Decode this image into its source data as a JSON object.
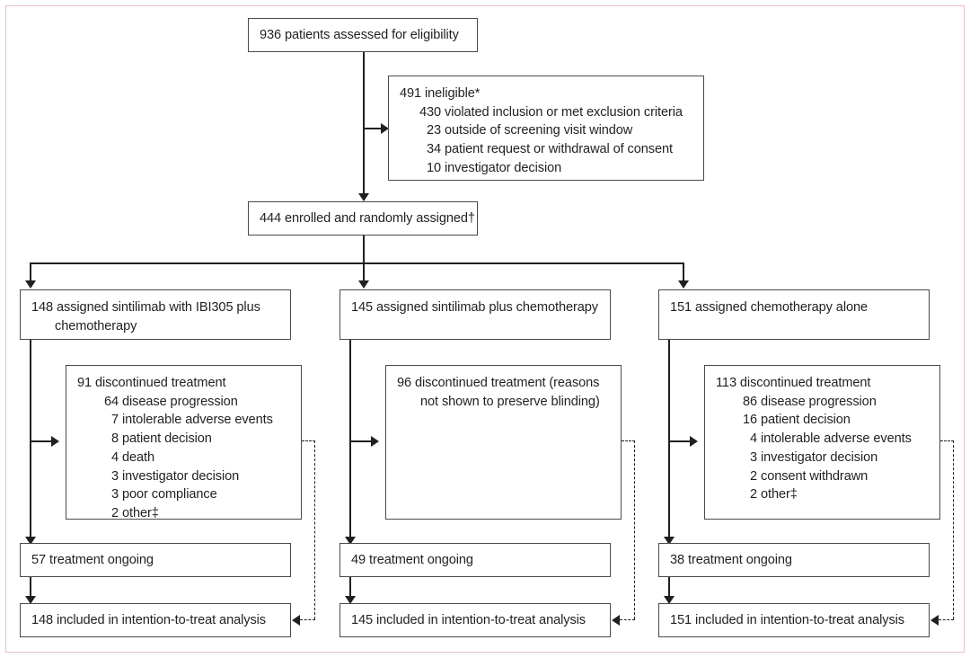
{
  "figure": {
    "type": "consort-flow-diagram",
    "frame_color": "#e8bed2",
    "line_color": "#231f20",
    "box_border_color": "#4a4a4a",
    "text_color": "#231f20"
  },
  "screening": {
    "assessed": "936 patients assessed for eligibility",
    "ineligible_heading": "491 ineligible*",
    "ineligible_reasons": [
      {
        "n": "430",
        "label": "violated inclusion or met exclusion criteria"
      },
      {
        "n": "23",
        "label": "outside of screening visit window"
      },
      {
        "n": "34",
        "label": "patient request or withdrawal of consent"
      },
      {
        "n": "10",
        "label": "investigator decision"
      }
    ],
    "enrolled": "444 enrolled and randomly assigned†"
  },
  "arms": [
    {
      "id": "arm-sintilimab-ibi305-chemo",
      "assigned_line1": "148 assigned sintilimab with IBI305 plus",
      "assigned_line2": "chemotherapy",
      "discontinued_heading": "91 discontinued treatment",
      "discontinued_note": null,
      "discontinued_reasons": [
        {
          "n": "64",
          "label": "disease progression"
        },
        {
          "n": "7",
          "label": "intolerable adverse events"
        },
        {
          "n": "8",
          "label": "patient decision"
        },
        {
          "n": "4",
          "label": "death"
        },
        {
          "n": "3",
          "label": "investigator decision"
        },
        {
          "n": "3",
          "label": "poor compliance"
        },
        {
          "n": "2",
          "label": "other‡"
        }
      ],
      "ongoing": "57 treatment ongoing",
      "itt": "148 included in intention-to-treat analysis"
    },
    {
      "id": "arm-sintilimab-chemo",
      "assigned_line1": "145 assigned sintilimab plus chemotherapy",
      "assigned_line2": null,
      "discontinued_heading": "96 discontinued treatment (reasons",
      "discontinued_note": "not shown to preserve blinding)",
      "discontinued_reasons": [],
      "ongoing": "49 treatment ongoing",
      "itt": "145 included in intention-to-treat analysis"
    },
    {
      "id": "arm-chemo-alone",
      "assigned_line1": "151 assigned chemotherapy alone",
      "assigned_line2": null,
      "discontinued_heading": "113 discontinued treatment",
      "discontinued_note": null,
      "discontinued_reasons": [
        {
          "n": "86",
          "label": "disease progression"
        },
        {
          "n": "16",
          "label": "patient decision"
        },
        {
          "n": "4",
          "label": "intolerable adverse events"
        },
        {
          "n": "3",
          "label": "investigator decision"
        },
        {
          "n": "2",
          "label": "consent withdrawn"
        },
        {
          "n": "2",
          "label": "other‡"
        }
      ],
      "ongoing": "38 treatment ongoing",
      "itt": "151 included in intention-to-treat analysis"
    }
  ]
}
